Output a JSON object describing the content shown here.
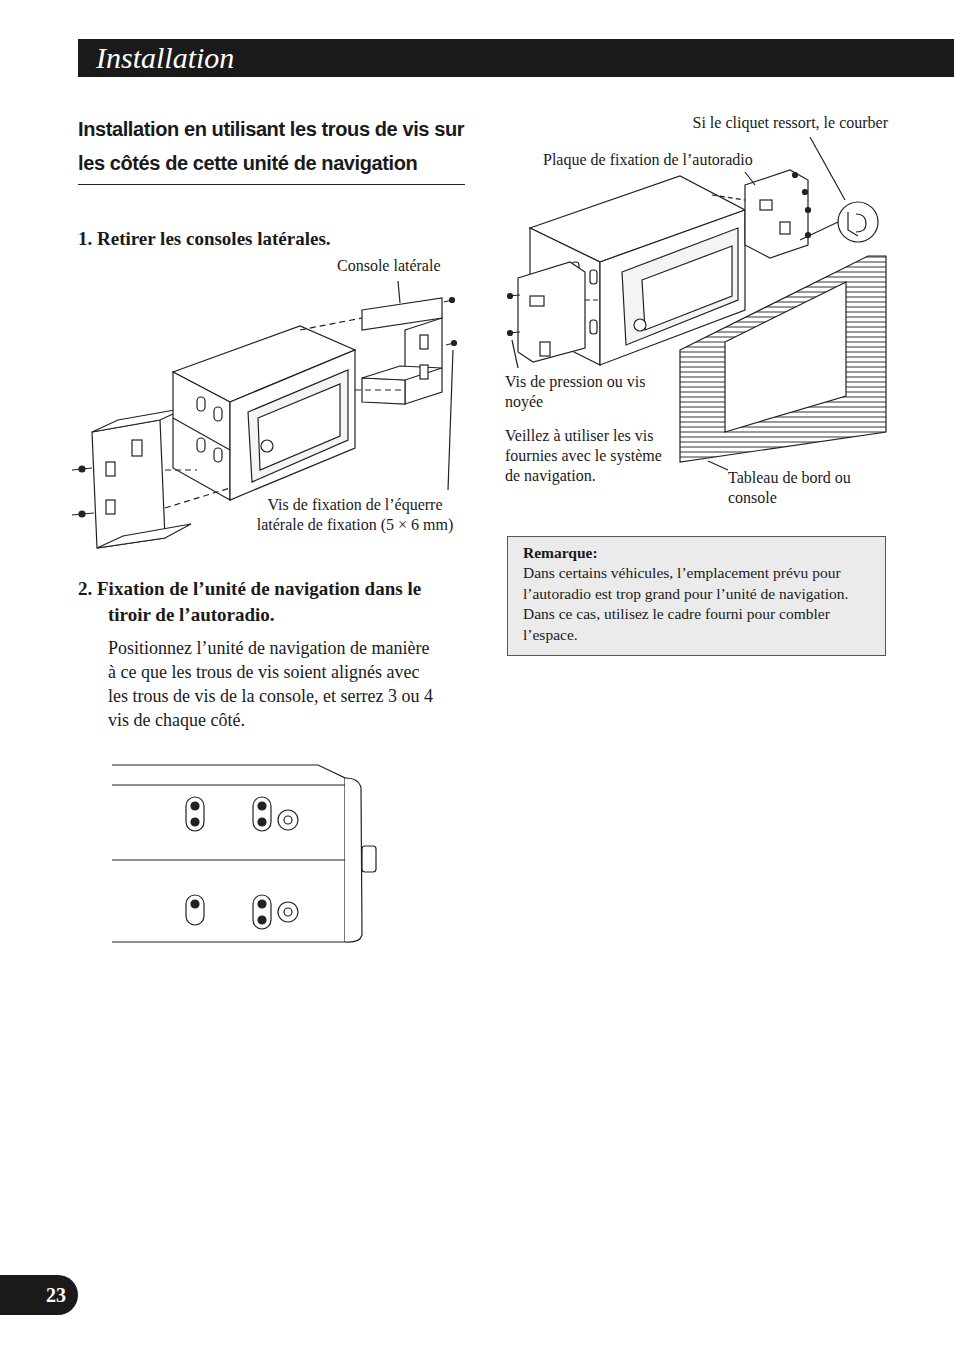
{
  "diagram": {
    "title": "Installation en utilisant les trous de vis sur les côtés de cette unité de navigation",
    "nodes": [
      {
        "text": [
          "Installation"
        ]
      },
      {
        "text": [
          "Remarque:",
          "Dans certains véhicules, l’emplacement prévu pour l’autoradio est trop grand pour l’unité de navigation. Dans ce cas, utilisez le cadre fourni pour combler l’espace."
        ]
      },
      {
        "text": [
          "23"
        ]
      }
    ],
    "labels": [
      "1. Retirer les consoles latérales.",
      "Console latérale",
      "Vis de fixation de l’équerre latérale de fixation (5 × 6 mm)",
      "2. Fixation de l’unité de navigation dans le tiroir de l’autoradio.",
      "Positionnez l’unité de navigation de manière à ce que les trous de vis soient alignés avec les trous de vis de la console, et serrez 3 ou 4 vis de chaque côté.",
      "Si le cliquet ressort, le courber",
      "Plaque de fixation de l’autoradio",
      "Vis de pression ou vis noyée",
      "Veillez à utiliser les vis fournies avec le système de navigation.",
      "Tableau de bord ou console"
    ]
  }
}
